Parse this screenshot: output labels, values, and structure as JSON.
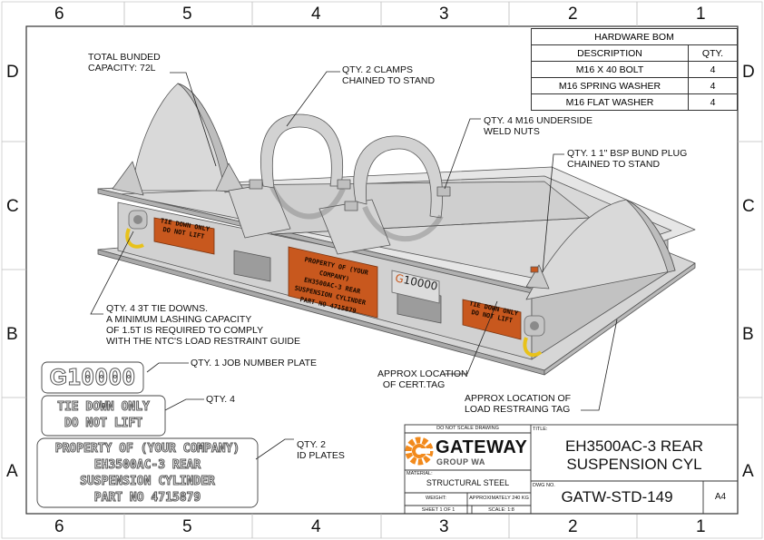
{
  "zones": {
    "columns_top": [
      "6",
      "5",
      "4",
      "3",
      "2",
      "1"
    ],
    "columns_bottom": [
      "6",
      "5",
      "4",
      "3",
      "2",
      "1"
    ],
    "rows_left": [
      "D",
      "C",
      "B",
      "A"
    ],
    "rows_right": [
      "D",
      "C",
      "B",
      "A"
    ]
  },
  "bom": {
    "title": "HARDWARE BOM",
    "headers": {
      "description": "DESCRIPTION",
      "qty": "QTY."
    },
    "rows": [
      {
        "description": "M16 X 40 BOLT",
        "qty": "4"
      },
      {
        "description": "M16 SPRING WASHER",
        "qty": "4"
      },
      {
        "description": "M16 FLAT WASHER",
        "qty": "4"
      }
    ]
  },
  "callouts": {
    "capacity": "TOTAL BUNDED\nCAPACITY: 72L",
    "clamps": "QTY. 2 CLAMPS\nCHAINED TO STAND",
    "weld_nuts": "QTY. 4 M16 UNDERSIDE\nWELD NUTS",
    "bund_plug": "QTY. 1 1\" BSP BUND PLUG\nCHAINED TO STAND",
    "tie_downs": "QTY. 4 3T TIE DOWNS.\nA MINIMUM LASHING CAPACITY\nOF 1.5T IS REQUIRED TO COMPLY\nWITH THE NTC'S LOAD RESTRAINT GUIDE",
    "job_plate": "QTY. 1 JOB NUMBER PLATE",
    "tie_plate": "QTY. 4",
    "id_plates": "QTY. 2\nID PLATES",
    "cert_tag": "APPROX LOCATION\n  OF CERT.TAG",
    "load_tag": "APPROX LOCATION OF\nLOAD RESTRAING TAG"
  },
  "plates": {
    "job_number": "10000",
    "tie_down_line1": "TIE DOWN ONLY",
    "tie_down_line2": "DO NOT LIFT",
    "id_line1": "PROPERTY OF (YOUR COMPANY)",
    "id_line2": "EH3500AC-3 REAR",
    "id_line3": "SUSPENSION CYLINDER",
    "id_line4": "PART NO  4715879"
  },
  "title_block": {
    "do_not_scale": "DO NOT SCALE DRAWING",
    "company": "GATEWAY",
    "company_sub": "GROUP WA",
    "title_label": "TITLE:",
    "title_line1": "EH3500AC-3 REAR",
    "title_line2": "SUSPENSION CYL",
    "material_label": "MATERIAL:",
    "material": "STRUCTURAL STEEL",
    "dwg_label": "DWG NO.",
    "dwg_no": "GATW-STD-149",
    "size": "A4",
    "weight_label": "WEIGHT:",
    "weight": "APPROXIMATELY 240 KG",
    "sheet": "SHEET 1 OF 1",
    "scale": "SCALE: 1:8"
  },
  "colors": {
    "steel_light": "#e2e2e2",
    "steel_mid": "#cdcdcd",
    "steel_dark": "#a9a9a9",
    "plate_orange": "#c8581e",
    "shackle_yellow": "#e8c21a",
    "logo_orange": "#f28a1c"
  }
}
